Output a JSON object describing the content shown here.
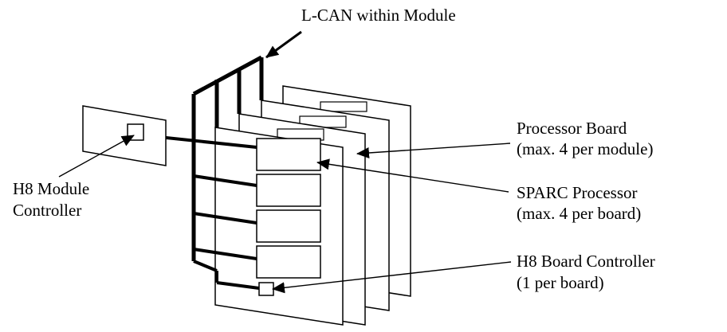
{
  "labels": {
    "lcan": "L-CAN within Module",
    "processor_board_line1": "Processor Board",
    "processor_board_line2": "(max. 4 per module)",
    "sparc_line1": "SPARC Processor",
    "sparc_line2": "(max. 4 per board)",
    "h8_board_line1": "H8 Board Controller",
    "h8_board_line2": "(1 per board)",
    "h8_module_line1": "H8 Module",
    "h8_module_line2": "Controller"
  },
  "colors": {
    "ink": "#000000",
    "paper": "#ffffff"
  }
}
